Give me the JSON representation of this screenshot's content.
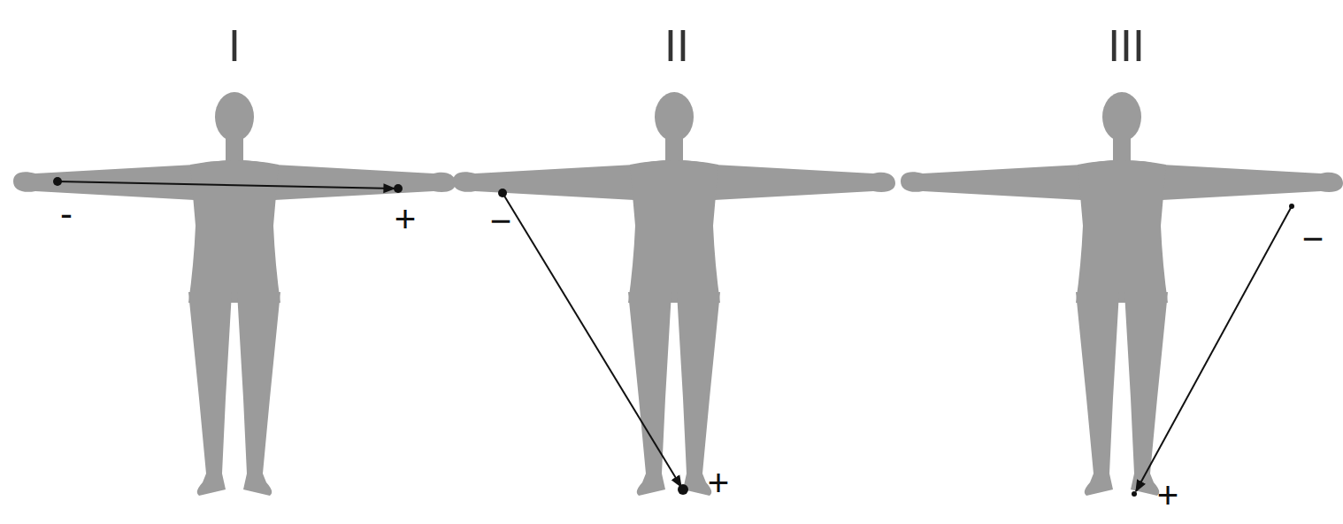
{
  "diagram": {
    "labels": [
      "I",
      "II",
      "III",
      "-",
      "+",
      "−",
      "+",
      "−",
      "+"
    ]
  }
}
